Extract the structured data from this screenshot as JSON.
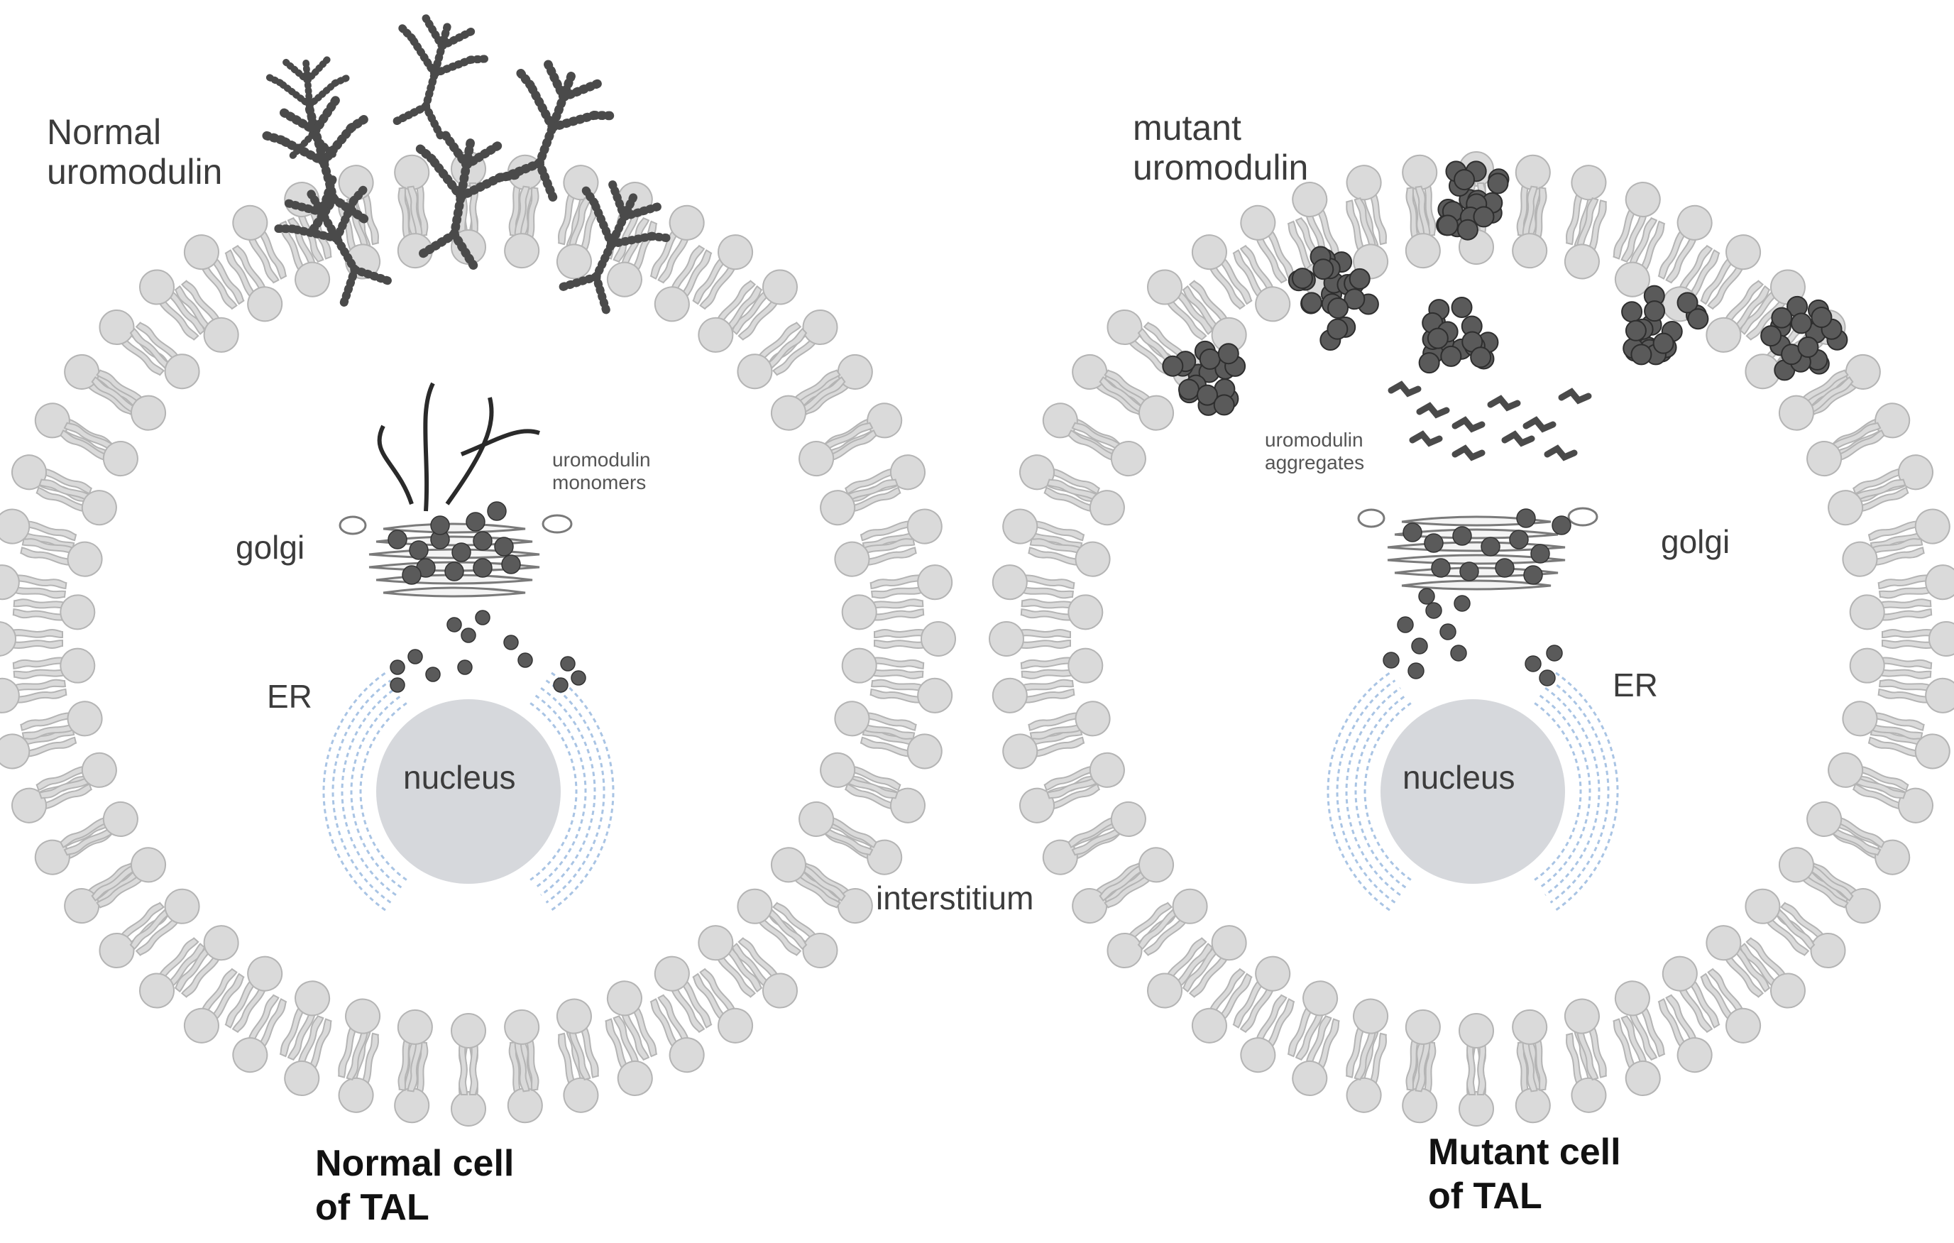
{
  "left_panel": {
    "uromodulin_label_line1": "Normal",
    "uromodulin_label_line2": "uromodulin",
    "monomers_label_line1": "uromodulin",
    "monomers_label_line2": "monomers",
    "golgi_label": "golgi",
    "er_label": "ER",
    "nucleus_label": "nucleus",
    "caption_line1": "Normal cell",
    "caption_line2": "of TAL"
  },
  "right_panel": {
    "uromodulin_label_line1": "mutant",
    "uromodulin_label_line2": "uromodulin",
    "aggregates_label_line1": "uromodulin",
    "aggregates_label_line2": "aggregates",
    "golgi_label": "golgi",
    "er_label": "ER",
    "nucleus_label": "nucleus",
    "caption_line1": "Mutant cell",
    "caption_line2": "of TAL"
  },
  "shared": {
    "interstitium_label": "interstitium"
  },
  "colors": {
    "membrane_fill": "#dadada",
    "membrane_stroke": "#b4b4b4",
    "nucleus_fill": "#d6d8dc",
    "protein_fill": "#5a5a5a",
    "er_stroke": "#a9c4e4",
    "label_text": "#3c3c3c"
  }
}
